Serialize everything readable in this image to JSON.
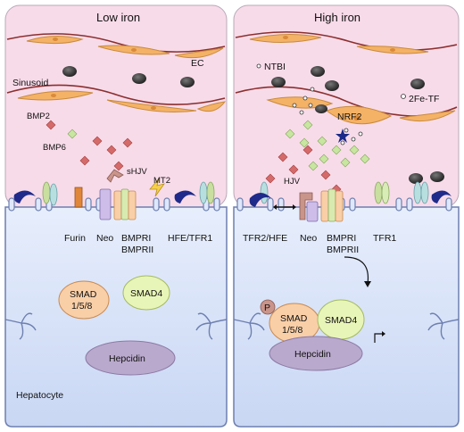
{
  "panels": {
    "left": {
      "title": "Low iron",
      "labels": {
        "sinusoid": "Sinusoid",
        "ec": "EC",
        "bmp2": "BMP2",
        "bmp6": "BMP6",
        "shjv": "sHJV",
        "mt2": "MT2",
        "furin": "Furin",
        "neo": "Neo",
        "bmpri": "BMPRI",
        "bmprii": "BMPRII",
        "hfe_tfr1": "HFE/TFR1",
        "smad158_top": "SMAD",
        "smad158_bottom": "1/5/8",
        "smad4": "SMAD4",
        "hepcidin": "Hepcidin",
        "hepatocyte": "Hepatocyte"
      }
    },
    "right": {
      "title": "High iron",
      "labels": {
        "ntbi": "NTBI",
        "fe2tf": "2Fe-TF",
        "nrf2": "NRF2",
        "hjv": "HJV",
        "tfr2_hfe": "TFR2/HFE",
        "neo": "Neo",
        "bmpri": "BMPRI",
        "bmprii": "BMPRII",
        "tfr1": "TFR1",
        "p": "P",
        "smad158_top": "SMAD",
        "smad158_bottom": "1/5/8",
        "smad4": "SMAD4",
        "hepcidin": "Hepcidin"
      }
    }
  },
  "colors": {
    "sinusoid_bg": "#f8dbe9",
    "cell_bg": "#dfe8fb",
    "endothelial": "#f4b266",
    "vessel_line": "#8b2f2f",
    "bmp2": "#d46a6a",
    "bmp6": "#c8e6a0",
    "smad158": "#f9cfa8",
    "smad4": "#e8f5b8",
    "hepcidin": "#b9a9cc",
    "hfe_crescent": "#1f2a8a"
  }
}
